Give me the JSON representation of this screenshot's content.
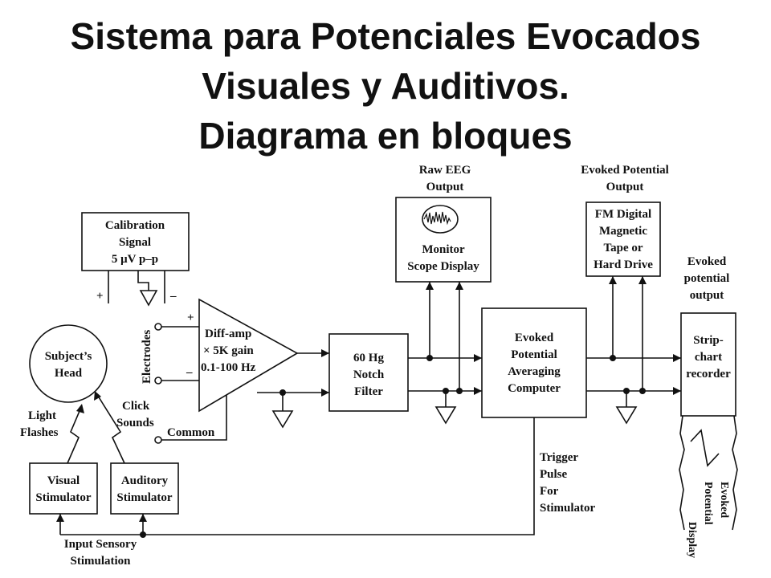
{
  "title": {
    "line1": "Sistema para Potenciales Evocados",
    "line2": "Visuales y Auditivos.",
    "line3": "Diagrama en bloques"
  },
  "diagram": {
    "calibration": [
      "Calibration",
      "Signal",
      "5 μV p–p"
    ],
    "calibration_plus": "+",
    "calibration_minus": "–",
    "subject_head": [
      "Subject’s",
      "Head"
    ],
    "electrodes": "Electrodes",
    "amp_plus": "+",
    "amp_minus": "–",
    "diff_amp": [
      "Diff-amp",
      "× 5K gain",
      "0.1-100 Hz"
    ],
    "common": "Common",
    "light_flashes": [
      "Light",
      "Flashes"
    ],
    "click_sounds": [
      "Click",
      "Sounds"
    ],
    "visual_stimulator": [
      "Visual",
      "Stimulator"
    ],
    "auditory_stimulator": [
      "Auditory",
      "Stimulator"
    ],
    "input_sensory": [
      "Input Sensory",
      "Stimulation"
    ],
    "notch_filter": [
      "60 Hg",
      "Notch",
      "Filter"
    ],
    "raw_eeg_output": [
      "Raw EEG",
      "Output"
    ],
    "monitor": [
      "Monitor",
      "Scope Display"
    ],
    "averaging_computer": [
      "Evoked",
      "Potential",
      "Averaging",
      "Computer"
    ],
    "trigger_pulse": [
      "Trigger",
      "Pulse",
      "For",
      "Stimulator"
    ],
    "ep_output_top": [
      "Evoked Potential",
      "Output"
    ],
    "fm_tape": [
      "FM Digital",
      "Magnetic",
      "Tape or",
      "Hard Drive"
    ],
    "ep_output_right": [
      "Evoked",
      "potential",
      "output"
    ],
    "strip_chart": [
      "Strip-",
      "chart",
      "recorder"
    ],
    "ep_display": [
      "Evoked",
      "Potential",
      "Display"
    ]
  }
}
